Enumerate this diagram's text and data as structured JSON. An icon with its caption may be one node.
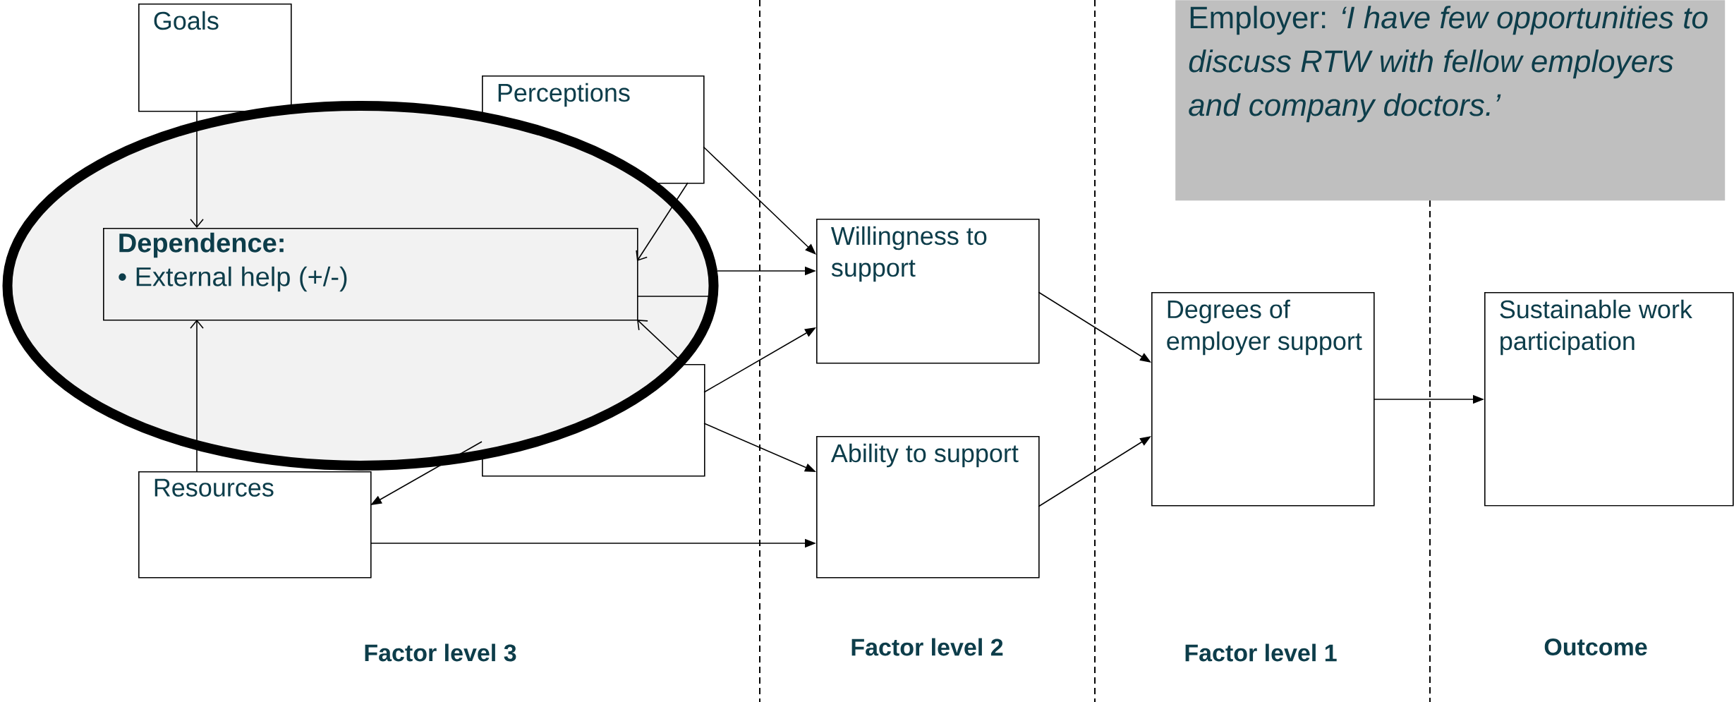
{
  "diagram": {
    "nodes": [
      {
        "text": [
          "Goals"
        ]
      },
      {
        "text": [
          "Perceptions"
        ]
      },
      {
        "text": [],
        "shape": "ellipse"
      },
      {
        "text": [
          "Dependence:",
          "• External help (+/-)"
        ],
        "in": 2
      },
      {
        "text": [],
        "shape": "box"
      },
      {
        "text": [
          "Resources"
        ]
      },
      {
        "text": [
          "Willingness to support"
        ]
      },
      {
        "text": [
          "Ability to support"
        ]
      },
      {
        "text": [
          "Degrees of employer support"
        ]
      },
      {
        "text": [
          "Sustainable work participation"
        ]
      },
      {
        "text": [
          "Employer: *‘I have few opportunities to discuss RTW with fellow employers and company doctors.’*"
        ]
      }
    ],
    "edges": [
      {
        "from": 0,
        "to": 3,
        "arrow": "to"
      },
      {
        "from": 1,
        "to": 3,
        "arrow": "to"
      },
      {
        "from": 4,
        "to": 3,
        "arrow": "to"
      },
      {
        "from": 5,
        "to": 3,
        "arrow": "to"
      },
      {
        "from": 4,
        "to": 5,
        "arrow": "to"
      },
      {
        "from": 1,
        "to": 6,
        "arrow": "to"
      },
      {
        "from": 2,
        "to": 6,
        "arrow": "to"
      },
      {
        "from": 3,
        "to": 2,
        "arrow": "none"
      },
      {
        "from": 4,
        "to": 6,
        "arrow": "to"
      },
      {
        "from": 4,
        "to": 7,
        "arrow": "to"
      },
      {
        "from": 5,
        "to": 7,
        "arrow": "to"
      },
      {
        "from": 6,
        "to": 8,
        "arrow": "to"
      },
      {
        "from": 7,
        "to": 8,
        "arrow": "to"
      },
      {
        "from": 8,
        "to": 9,
        "arrow": "to"
      }
    ],
    "labels": [
      "Factor level 3",
      "Factor level 2",
      "Factor level 1",
      "Outcome"
    ]
  }
}
